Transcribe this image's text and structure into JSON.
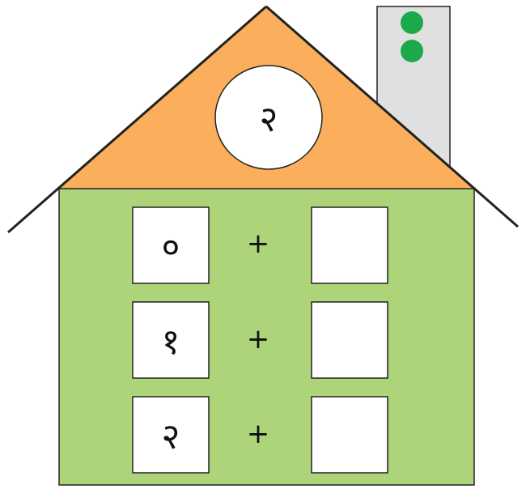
{
  "house": {
    "roof_number": "२",
    "rows": [
      {
        "left": "०",
        "operator": "+",
        "right": ""
      },
      {
        "left": "१",
        "operator": "+",
        "right": ""
      },
      {
        "left": "२",
        "operator": "+",
        "right": ""
      }
    ]
  },
  "colors": {
    "roof": "#FBAF5D",
    "wall": "#AED47A",
    "chimney": "#E0E0E0",
    "chimney_dots": "#1BAA4A",
    "outline": "#222222"
  }
}
